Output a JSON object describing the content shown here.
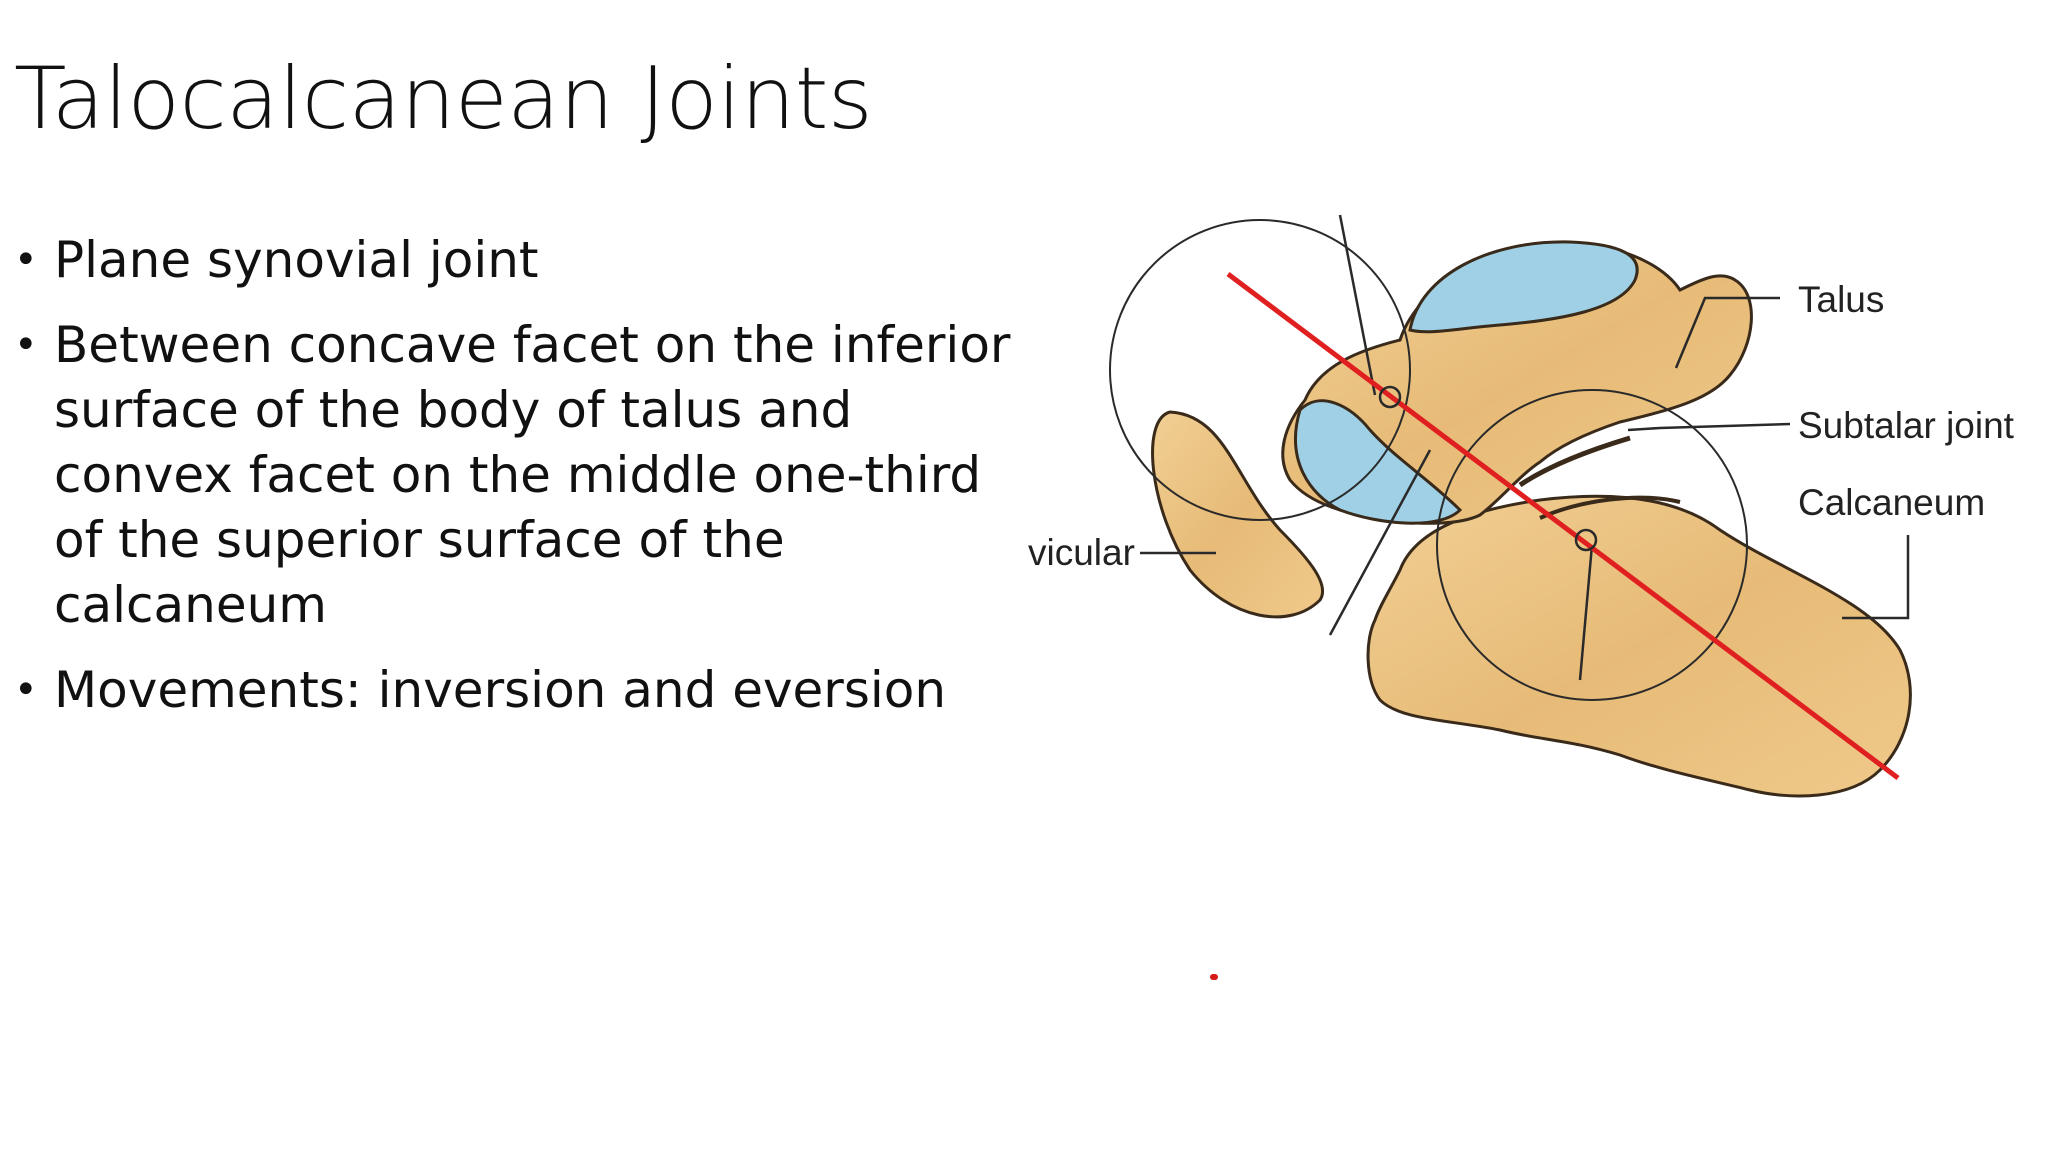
{
  "slide": {
    "title": "Talocalcanean Joints",
    "bullets": [
      "Plane synovial joint",
      "Between concave facet on the inferior surface of the body of talus and convex facet on the middle one-third of the superior surface of the calcaneum",
      "Movements: inversion and eversion"
    ],
    "bullet_marker": "•"
  },
  "figure": {
    "labels": {
      "talus": "Talus",
      "subtalar_joint": "Subtalar joint",
      "calcaneum": "Calcaneum",
      "navicular": "vicular"
    },
    "colors": {
      "bone": "#e9c07e",
      "bone_outline": "#3a2a1a",
      "cartilage": "#9fd0e6",
      "axis_line": "#e02020"
    }
  }
}
